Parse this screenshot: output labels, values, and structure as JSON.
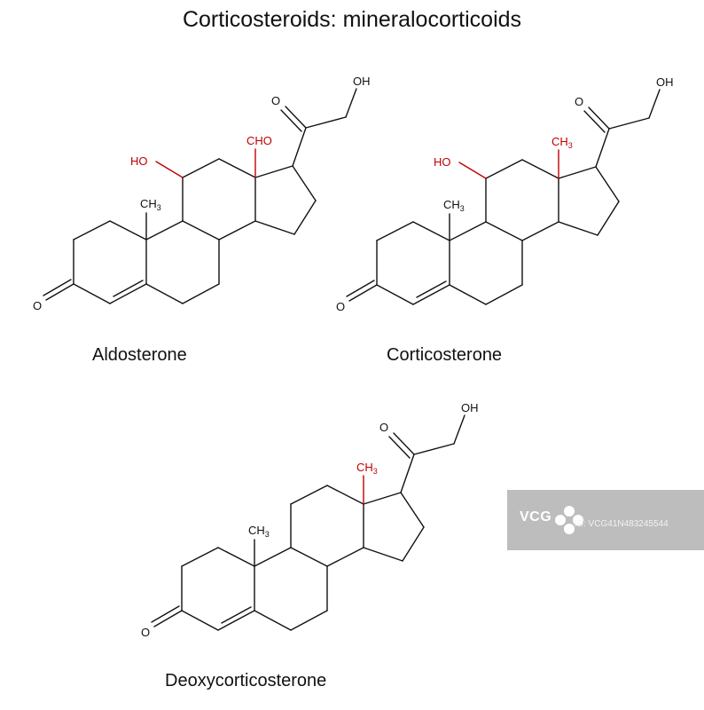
{
  "title": "Corticosteroids: mineralocorticoids",
  "molecules": [
    {
      "name": "Aldosterone",
      "labels": {
        "ketone_o": "O",
        "side_o": "O",
        "side_oh": "OH",
        "methyl": "CH3",
        "c13_group": "CHO",
        "c11_group": "HO"
      }
    },
    {
      "name": "Corticosterone",
      "labels": {
        "ketone_o": "O",
        "side_o": "O",
        "side_oh": "OH",
        "methyl": "CH3",
        "c13_group": "CH3",
        "c11_group": "HO"
      }
    },
    {
      "name": "Deoxycorticosterone",
      "labels": {
        "ketone_o": "O",
        "side_o": "O",
        "side_oh": "OH",
        "methyl": "CH3",
        "c13_group": "CH3"
      }
    }
  ],
  "watermark": {
    "logo": "VCG",
    "id": "ID: VCG41N483245544"
  },
  "colors": {
    "bond": "#111111",
    "highlight": "#c00000",
    "watermark_bg": "#bdbdbd"
  }
}
